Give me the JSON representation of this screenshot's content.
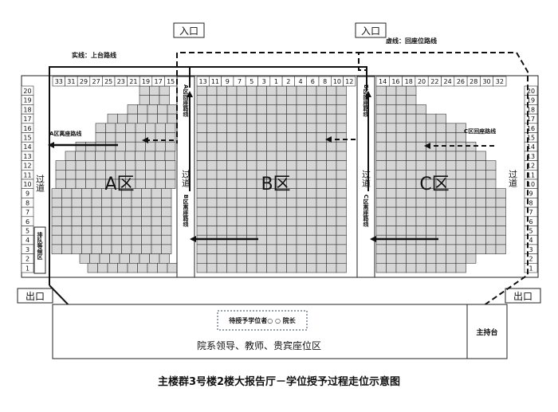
{
  "entrances": [
    "入口",
    "入口"
  ],
  "exits": [
    "出口",
    "出口"
  ],
  "legend": {
    "solid": "实线：上台路线",
    "dashed": "虚线：回座位路线"
  },
  "aisles": [
    "过道",
    "过道",
    "过道",
    "过道"
  ],
  "zones": [
    "A区",
    "B区",
    "C区"
  ],
  "route_labels": {
    "a_return": "A区回座路线",
    "a_leave": "A区离座路线",
    "b_return": "B区回座路线",
    "b_leave": "B区离座路线",
    "c_leave": "C区离座路线",
    "c_return": "C区回座路线"
  },
  "queue_area": "排队等候区",
  "seat_numbers": {
    "left": [
      "33",
      "31",
      "29",
      "27",
      "25",
      "23",
      "21",
      "19",
      "17",
      "15"
    ],
    "center": [
      "13",
      "11",
      "9",
      "7",
      "5",
      "3",
      "1",
      "2",
      "4",
      "6",
      "8",
      "10",
      "12"
    ],
    "right": [
      "14",
      "16",
      "18",
      "20",
      "22",
      "24",
      "26",
      "28",
      "30",
      "32"
    ]
  },
  "row_numbers": [
    "20",
    "19",
    "18",
    "17",
    "16",
    "15",
    "14",
    "13",
    "12",
    "11",
    "10",
    "9",
    "8",
    "7",
    "6",
    "5",
    "4",
    "3",
    "2",
    "1"
  ],
  "stage": {
    "waiting": "待授予学位者○ ○ 院长",
    "seating": "院系领导、教师、贵宾座位区",
    "host": "主持台"
  },
  "title": "主楼群3号楼2楼大报告厅－学位授予过程走位示意图"
}
